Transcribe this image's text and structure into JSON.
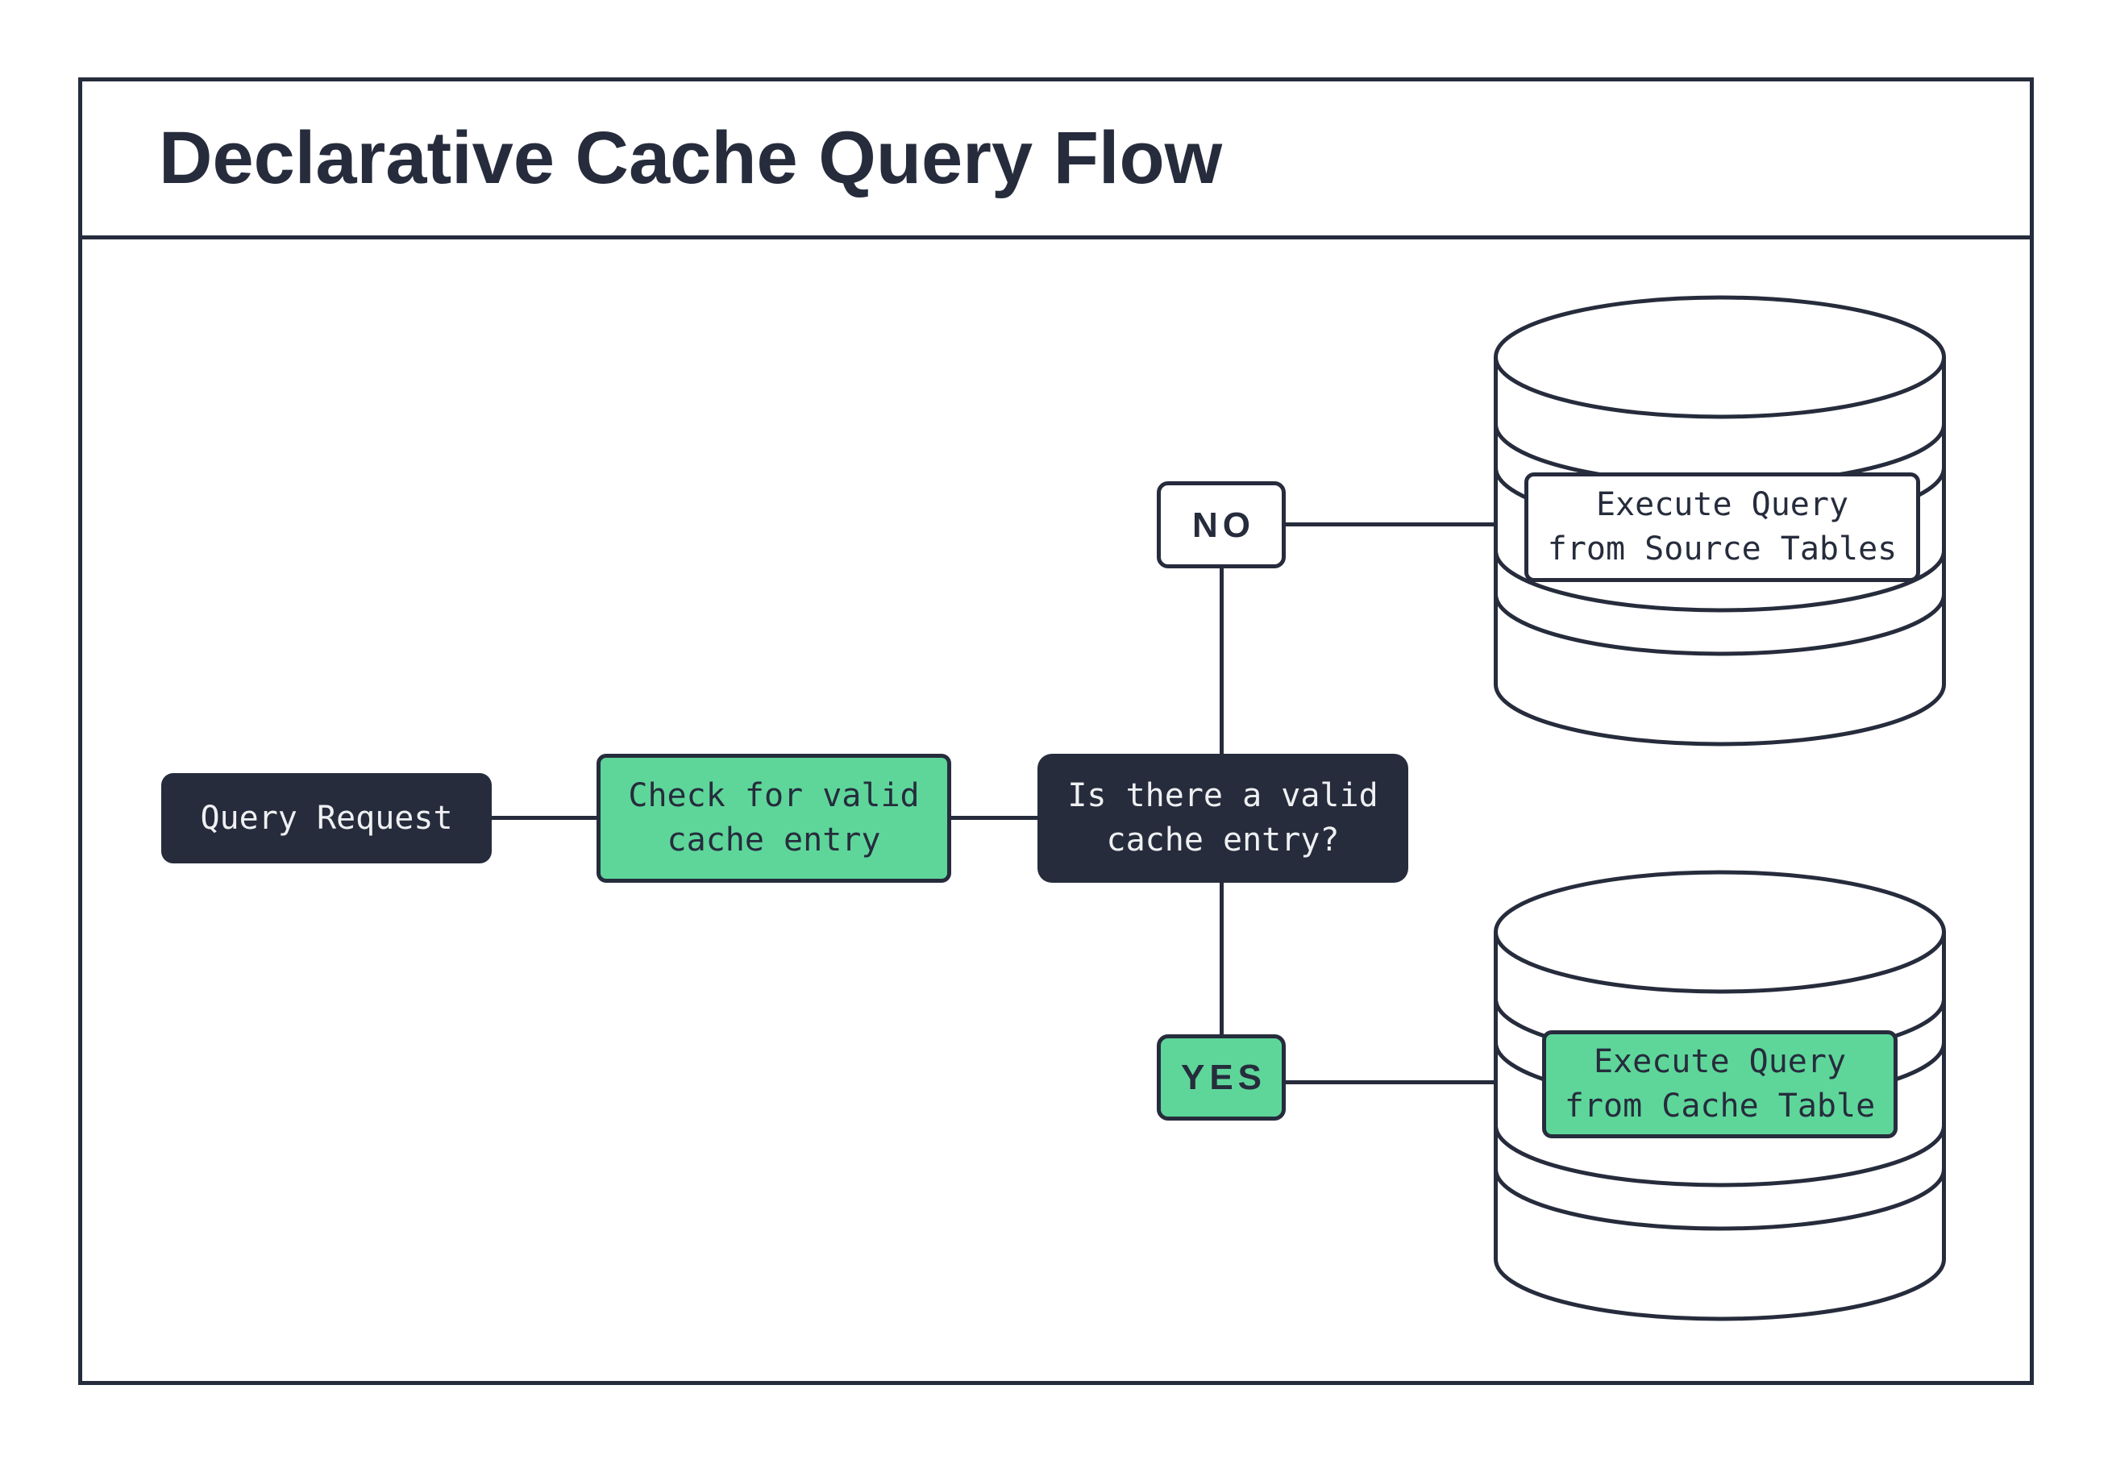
{
  "title": "Declarative Cache Query Flow",
  "colors": {
    "ink": "#262c3c",
    "green": "#5ed69a",
    "light_text": "#eff0f2",
    "background": "#ffffff"
  },
  "nodes": {
    "query_request": {
      "label": "Query Request"
    },
    "check_cache": {
      "label": "Check for valid\ncache entry"
    },
    "decision": {
      "label": "Is there a valid\ncache entry?"
    },
    "branch_no": {
      "label": "NO"
    },
    "branch_yes": {
      "label": "YES"
    },
    "source_db": {
      "label": "Execute Query\nfrom Source Tables",
      "icon": "database-icon"
    },
    "cache_db": {
      "label": "Execute Query\nfrom Cache Table",
      "icon": "database-icon"
    }
  }
}
